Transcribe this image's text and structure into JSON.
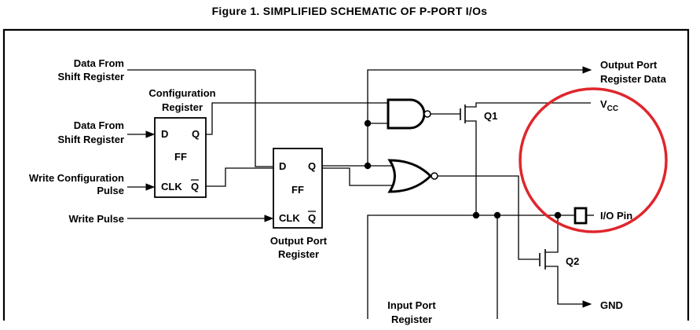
{
  "title": "Figure 1.  SIMPLIFIED SCHEMATIC OF P-PORT I/Os",
  "inputs": {
    "data_from_shift_1": [
      "Data From",
      "Shift Register"
    ],
    "data_from_shift_2": [
      "Data From",
      "Shift Register"
    ],
    "write_config_pulse": [
      "Write Configuration",
      "Pulse"
    ],
    "write_pulse": "Write Pulse"
  },
  "config_register": {
    "caption": [
      "Configuration",
      "Register"
    ],
    "d": "D",
    "q": "Q",
    "ff": "FF",
    "clk": "CLK",
    "qbar": "Q"
  },
  "output_port_register": {
    "caption": [
      "Output Port",
      "Register"
    ],
    "d": "D",
    "q": "Q",
    "ff": "FF",
    "clk": "CLK",
    "qbar": "Q"
  },
  "output_port_register_data": [
    "Output Port",
    "Register Data"
  ],
  "vcc": {
    "main": "V",
    "sub": "CC"
  },
  "q1": "Q1",
  "q2": "Q2",
  "io_pin": "I/O Pin",
  "gnd": "GND",
  "input_port_register": [
    "Input Port",
    "Register"
  ],
  "colors": {
    "highlight_circle": "#e0262c",
    "ink": "#000000"
  }
}
